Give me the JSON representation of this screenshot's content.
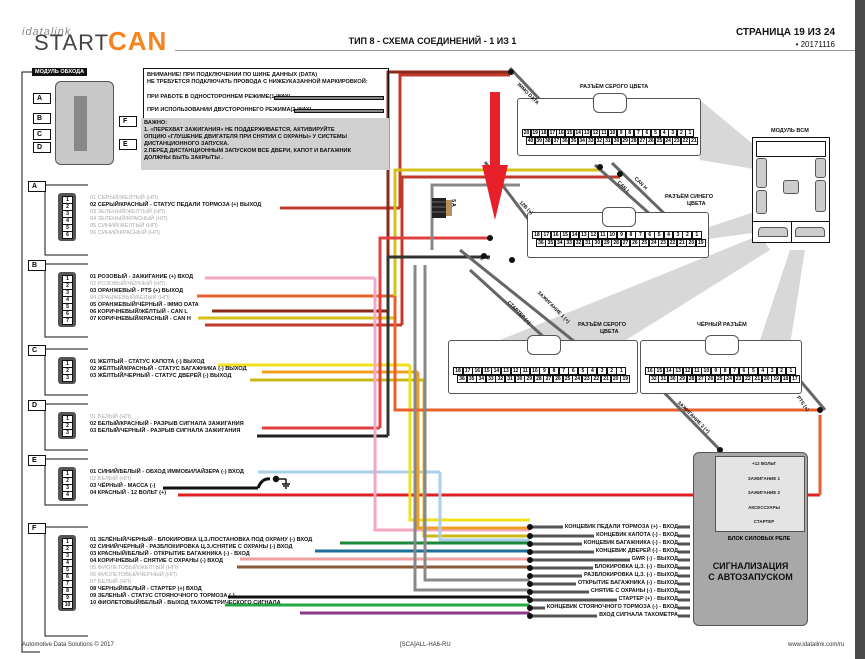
{
  "header": {
    "logo_top": "idatalink",
    "logo_start": "START",
    "logo_can": "CAN",
    "title": "ТИП 8 - СХЕМА СОЕДИНЕНИЙ - 1 ИЗ 1",
    "page": "СТРАНИЦА 19 ИЗ 24",
    "date": "• 20171116"
  },
  "module": {
    "title": "МОДУЛЬ ОБХОДА",
    "ports_left": [
      "A",
      "B",
      "C",
      "D"
    ],
    "ports_right": [
      "F",
      "E"
    ]
  },
  "notice": {
    "line1": "ВНИМАНИЕ! ПРИ ПОДКЛЮЧЕНИИ ПО ШИНЕ ДАННЫХ (DATA)",
    "line2": "НЕ ТРЕБУЕТСЯ ПОДКЛЮЧАТЬ ПРОВОДА С НИЖЕУКАЗАННОЙ МАРКИРОВКОЙ:",
    "one_way": "ПРИ РАБОТЕ В ОДНОСТОРОННЕМ РЕЖИМЕ(1-WAY)",
    "two_way": "ПРИ ИСПОЛЬЗОВАНИИ ДВУСТОРОННЕГО РЕЖИМА(2-WAY)"
  },
  "important": {
    "title": "ВАЖНО:",
    "lines": [
      "1. «ПЕРЕХВАТ ЗАЖИГАНИЯ» НЕ ПОДДЕРЖИВАЕТСЯ, АКТИВИРУЙТЕ",
      "ОПЦИЮ «ГЛУШЕНИЕ ДВИГАТЕЛЯ ПРИ СНЯТИИ С ОХРАНЫ» У СИСТЕМЫ",
      "ДИСТАНЦИОННОГО ЗАПУСКА.",
      "2.ПЕРЕД  ДИСТАНЦИОННЫМ ЗАПУСКОМ ВСЕ ДВЕРИ, КАПОТ И БАГАЖНИК",
      "ДОЛЖНЫ БЫТЬ ЗАКРЫТЫ ."
    ]
  },
  "harnesses": [
    {
      "id": "A",
      "pins": 6,
      "wires": [
        {
          "label": "01 СЕРЫЙ/ЖЕЛТЫЙ (НП)",
          "used": false
        },
        {
          "label": "02 СЕРЫЙ/КРАСНЫЙ - СТАТУС ПЕДАЛИ ТОРМОЗА (+) ВЫХОД",
          "used": true,
          "color": "#c0392b",
          "stripe": "#888"
        },
        {
          "label": "03 ЗЕЛЕНЫЙ/ЖЕЛТЫЙ (НП)",
          "used": false
        },
        {
          "label": "04 ЗЕЛЕНЫЙ/КРАСНЫЙ (НП)",
          "used": false
        },
        {
          "label": "05 СИНИЙ/ЖЕЛТЫЙ (НП)",
          "used": false
        },
        {
          "label": "06 СИНИЙ/КРАСНЫЙ (НП)",
          "used": false
        }
      ]
    },
    {
      "id": "B",
      "pins": 7,
      "wires": [
        {
          "label": "01 РОЗОВЫЙ - ЗАЖИГАНИЕ (+) ВХОД",
          "used": true,
          "color": "#f4a6c4"
        },
        {
          "label": "02 РОЗОВЫЙ/ЧЕРНЫЙ (НП)",
          "used": false
        },
        {
          "label": "03 ОРАНЖЕВЫЙ - PTS (+) ВЫХОД",
          "used": true,
          "color": "#e8612c"
        },
        {
          "label": "04 ОРАНЖЕВЫЙ/БЕЛЫЙ (НП)",
          "used": false
        },
        {
          "label": "05 ОРАНЖЕВЫЙ/ЧЁРНЫЙ - IMMO DATA",
          "used": true,
          "color": "#c0392b"
        },
        {
          "label": "06 КОРИЧНЕВЫЙ/ЖЁЛТЫЙ - CAN L",
          "used": true,
          "color": "#d4c11a"
        },
        {
          "label": "07 КОРИЧНЕВЫЙ/КРАСНЫЙ - CAN H",
          "used": true,
          "color": "#c0392b"
        }
      ]
    },
    {
      "id": "C",
      "pins": 3,
      "wires": [
        {
          "label": "01 ЖЕЛТЫЙ - СТАТУС КАПОТА (-) ВЫХОД",
          "used": true,
          "color": "#f1e11b"
        },
        {
          "label": "02 ЖЁЛТЫЙ/КРАСНЫЙ - СТАТУС БАГАЖНИКА (-) ВЫХОД",
          "used": true,
          "color": "#f0a020"
        },
        {
          "label": "03 ЖЁЛТЫЙ/ЧЕРНЫЙ - СТАТУС ДВЕРЕЙ (-) ВЫХОД",
          "used": true,
          "color": "#c8b818"
        }
      ]
    },
    {
      "id": "D",
      "pins": 3,
      "wires": [
        {
          "label": "01 БЕЛЫЙ (НП)",
          "used": false
        },
        {
          "label": "02 БЕЛЫЙ/КРАСНЫЙ  - РАЗРЫВ СИГНАЛА ЗАЖИГАНИЯ",
          "used": true,
          "color": "#e04040"
        },
        {
          "label": "03 БЕЛЫЙ/ЧЕРНЫЙ - РАЗРЫВ СИГНАЛА ЗАЖИГАНИЯ",
          "used": true,
          "color": "#333"
        }
      ]
    },
    {
      "id": "E",
      "pins": 4,
      "wires": [
        {
          "label": "01 СИНИЙ/БЕЛЫЙ - ОБХОД ИММОБИЛАЙЗЕРА (-) ВХОД",
          "used": true,
          "color": "#a9cfe8"
        },
        {
          "label": "02 БЕЛЫЙ (НП)",
          "used": false
        },
        {
          "label": "03 ЧЁРНЫЙ - МАССА (-)",
          "used": true,
          "color": "#111"
        },
        {
          "label": "04 КРАСНЫЙ - 12 ВОЛЬТ (+)",
          "used": true,
          "color": "#e02020"
        }
      ]
    },
    {
      "id": "F",
      "pins": 10,
      "wires": [
        {
          "label": "01 ЗЕЛЁНЫЙ/ЧЕРНЫЙ - БЛОКИРОВКА Ц.З./ПОСТАНОВКА ПОД ОХРАНУ (-) ВХОД",
          "used": true,
          "color": "#1a8a3a"
        },
        {
          "label": "02 СИНИЙ/ЧЕРНЫЙ - РАЗБЛОКИРОВКА Ц.З./СНЯТИЕ С ОХРАНЫ (-) ВХОД",
          "used": true,
          "color": "#1e6f9a"
        },
        {
          "label": "03 КРАСНЫЙ/БЕЛЫЙ - ОТКРЫТИЕ БАГАЖНИКА (-) - ВХОД",
          "used": true,
          "color": "#f0a0a0"
        },
        {
          "label": "04 КОРИЧНЕВЫЙ - СНЯТИЕ С ОХРАНЫ (-) ВХОД",
          "used": true,
          "color": "#8a5a3a"
        },
        {
          "label": "05 ФИОЛЕТОВЫЙ/ЖЕЛТЫЙ (НП)",
          "used": false
        },
        {
          "label": "06 ФИОЛЕТОВЫЙ/ЧЕРНЫЙ (НП)",
          "used": false
        },
        {
          "label": "07 БЕЛЫЙ (НП)",
          "used": false
        },
        {
          "label": "08 ЧЕРНЫЙ/БЕЛЫЙ - СТАРТЕР (+) ВХОД",
          "used": true,
          "color": "#111"
        },
        {
          "label": "09 ЗЕЛЕНЫЙ - СТАТУС СТОЯНОЧНОГО ТОРМОЗА (-)",
          "used": true,
          "color": "#22aa44"
        },
        {
          "label": "10 ФИОЛЕТОВЫЙ/БЕЛЫЙ - ВЫХОД ТАХОМЕТРИЧЕСКОГО СИГНАЛА",
          "used": true,
          "color": "#8a3a8a"
        }
      ]
    }
  ],
  "connectors": {
    "grey_top": {
      "title": "РАЗЪЁМ СЕРОГО ЦВЕТА",
      "row1": [
        "20",
        "19",
        "18",
        "17",
        "16",
        "15",
        "14",
        "13",
        "12",
        "11",
        "10",
        "9",
        "8",
        "7",
        "6",
        "5",
        "4",
        "3",
        "2",
        "1"
      ],
      "row2": [
        "40",
        "39",
        "38",
        "37",
        "36",
        "35",
        "34",
        "33",
        "32",
        "31",
        "30",
        "29",
        "28",
        "27",
        "26",
        "25",
        "24",
        "23",
        "22",
        "21"
      ],
      "wire": "IMMO DATA",
      "pin": "35"
    },
    "blue": {
      "title_1": "РАЗЪЁМ СИНЕГО",
      "title_2": "ЦВЕТА",
      "row1": [
        "18",
        "17",
        "16",
        "15",
        "14",
        "13",
        "12",
        "11",
        "10",
        "9",
        "8",
        "7",
        "6",
        "5",
        "4",
        "3",
        "2",
        "1"
      ],
      "row2": [
        "36",
        "35",
        "34",
        "33",
        "32",
        "31",
        "30",
        "29",
        "28",
        "27",
        "26",
        "25",
        "24",
        "23",
        "22",
        "21",
        "20",
        "19"
      ],
      "wires": [
        "12В (+)",
        "CAN L",
        "CAN H"
      ]
    },
    "grey_bottom": {
      "title_1": "РАЗЪЁМ СЕРОГО",
      "title_2": "ЦВЕТА",
      "row1": [
        "18",
        "17",
        "16",
        "15",
        "14",
        "13",
        "12",
        "11",
        "10",
        "9",
        "8",
        "7",
        "6",
        "5",
        "4",
        "3",
        "2",
        "1"
      ],
      "row2": [
        "36",
        "35",
        "34",
        "33",
        "32",
        "31",
        "30",
        "29",
        "28",
        "27",
        "26",
        "25",
        "24",
        "23",
        "22",
        "21",
        "20",
        "19"
      ],
      "wires": [
        "СТАРТЕР (+)",
        "ЗАЖИГАНИЕ 1 (+)"
      ]
    },
    "black": {
      "title": "ЧЁРНЫЙ РАЗЪЁМ",
      "row1": [
        "16",
        "15",
        "14",
        "13",
        "12",
        "11",
        "10",
        "9",
        "8",
        "7",
        "6",
        "5",
        "4",
        "3",
        "2",
        "1"
      ],
      "row2": [
        "32",
        "31",
        "30",
        "29",
        "28",
        "27",
        "26",
        "25",
        "24",
        "23",
        "22",
        "21",
        "20",
        "19",
        "18",
        "17"
      ],
      "wires": [
        "ЗАЖИГАНИЕ 2 (+)",
        "PTS (+)"
      ]
    }
  },
  "bcm": {
    "title": "МОДУЛЬ BCM"
  },
  "fuse": {
    "label": "5 A"
  },
  "relay_block": {
    "title": "БЛОК СИЛОВЫХ РЕЛЕ",
    "items": [
      "+12 ВОЛЬТ",
      "ЗАЖИГАНИЕ 1",
      "ЗАЖИГАНИЕ 2",
      "АКСЕССУАРЫ",
      "СТАРТЕР"
    ]
  },
  "alarm": {
    "title_1": "СИГНАЛИЗАЦИЯ",
    "title_2": "С АВТОЗАПУСКОМ",
    "inputs": [
      "КОНЦЕВИК ПЕДАЛИ ТОРМОЗА (+) - ВХОД",
      "КОНЦЕВИК КАПОТА (-) - ВХОД",
      "КОНЦЕВИК БАГАЖНИКА (-) - ВХОД",
      "КОНЦЕВИК ДВЕРЕЙ (-) - ВХОД",
      "GWR (-) - ВЫХОД",
      "БЛОКИРОВКА Ц.З. (-) - ВЫХОД",
      "РАЗБЛОКИРОВКА Ц.З. (-) - ВЫХОД",
      "ОТКРЫТИЕ БАГАЖНИКА (-) - ВЫХОД",
      "СНЯТИЕ С ОХРАНЫ (-) - ВЫХОД",
      "СТАРТЕР (+) - ВЫХОД",
      "КОНЦЕВИК СТОЯНОЧНОГО ТОРМОЗА (-) - ВХОД",
      "ВХОД СИГНАЛА ТАХОМЕТРА"
    ]
  },
  "footer": {
    "left": "Automotive Data Solutions © 2017",
    "center": "[SCA]ALL-HA6-RU",
    "right": "www.idatalink.com/ru"
  },
  "colors": {
    "accent": "#f5841f",
    "arrow": "#e8202a",
    "panel_grey": "#d0d0d0",
    "alarm_grey": "#a8a8a8"
  }
}
